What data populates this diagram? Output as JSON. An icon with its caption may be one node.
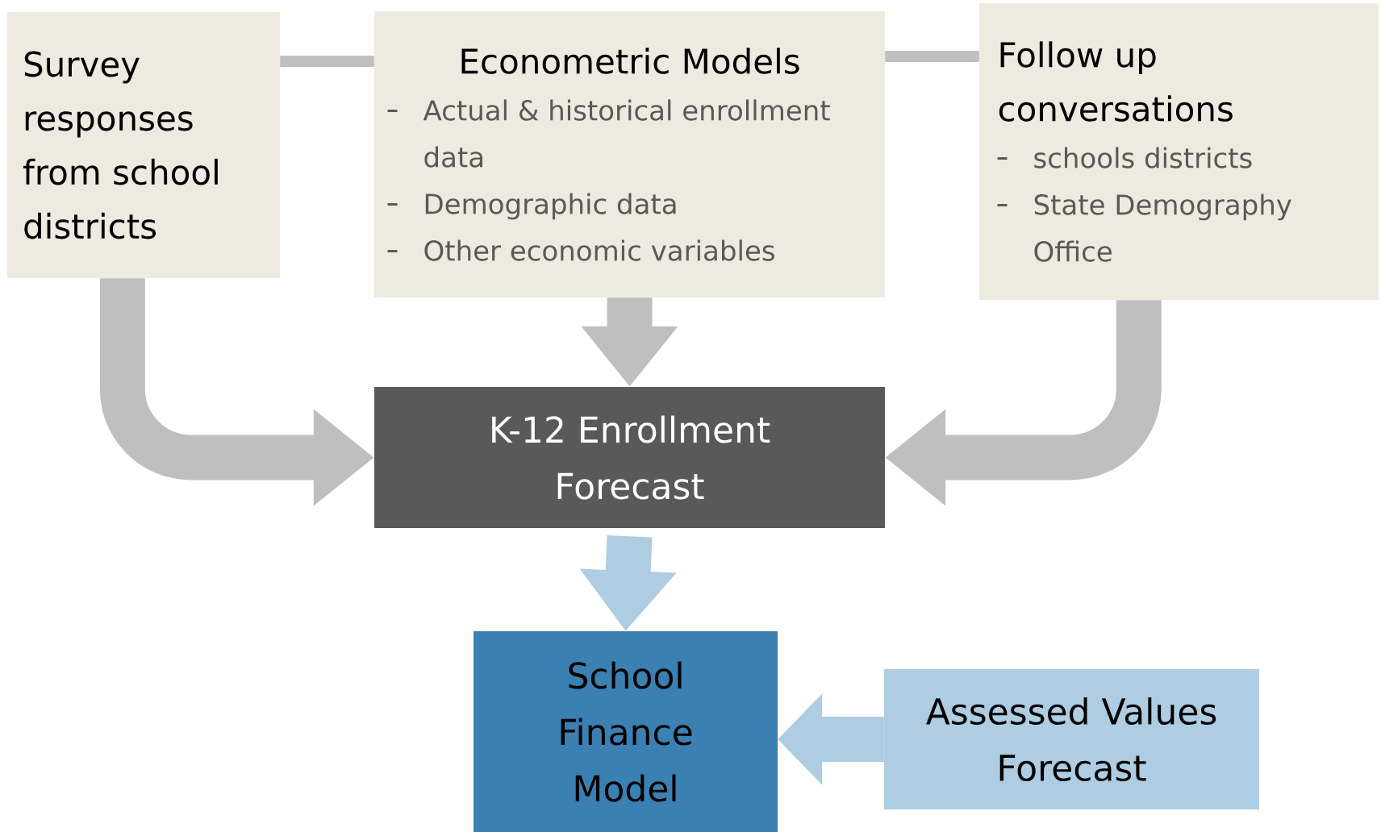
{
  "diagram": {
    "nodes": [
      {
        "text": [
          "Survey responses from school districts"
        ]
      },
      {
        "text": [
          "Econometric Models",
          "Actual & historical enrollment data",
          "Demographic data",
          "Other economic variables"
        ]
      },
      {
        "text": [
          "Follow up conversations",
          "schools districts",
          "State Demography Office"
        ]
      },
      {
        "text": [
          "K-12 Enrollment Forecast"
        ]
      },
      {
        "text": [
          "School Finance Model"
        ]
      },
      {
        "text": [
          "Assessed Values Forecast"
        ]
      }
    ],
    "edges": [
      {
        "from": 0,
        "to": 1,
        "arrow": "none"
      },
      {
        "from": 1,
        "to": 2,
        "arrow": "none"
      },
      {
        "from": 0,
        "to": 3,
        "arrow": "to"
      },
      {
        "from": 1,
        "to": 3,
        "arrow": "to"
      },
      {
        "from": 2,
        "to": 3,
        "arrow": "to"
      },
      {
        "from": 3,
        "to": 4,
        "arrow": "to",
        "color": "#aecde3"
      },
      {
        "from": 5,
        "to": 4,
        "arrow": "to",
        "color": "#aecde3"
      }
    ]
  }
}
